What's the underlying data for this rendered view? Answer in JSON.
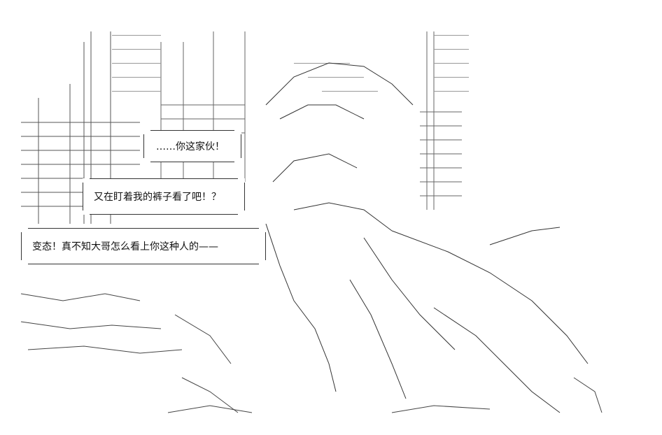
{
  "dialogue": {
    "line1": "……你这家伙！",
    "line2": "又在盯着我的裤子看了吧！？",
    "line3": "变态！真不知大哥怎么看上你这种人的——"
  },
  "colors": {
    "ink": "#222222",
    "background": "#ffffff"
  }
}
